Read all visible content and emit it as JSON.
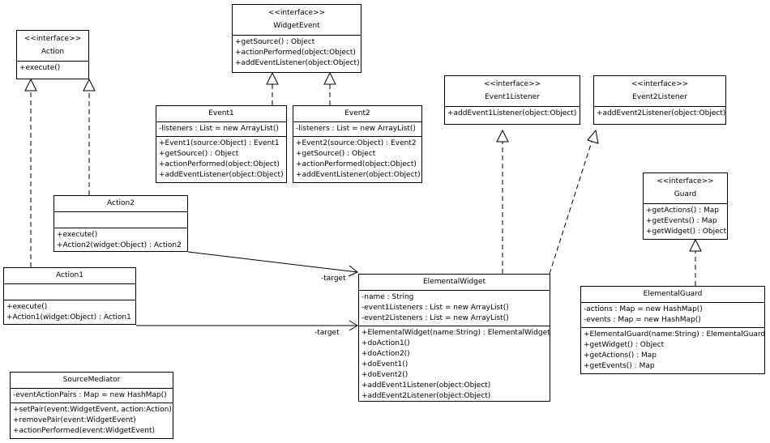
{
  "diagram": {
    "classes": {
      "widget_event": {
        "stereotype": "<<interface>>",
        "name": "WidgetEvent",
        "operations": [
          "+getSource() : Object",
          "+actionPerformed(object:Object)",
          "+addEventListener(object:Object)"
        ]
      },
      "action": {
        "stereotype": "<<interface>>",
        "name": "Action",
        "operations": [
          "+execute()"
        ]
      },
      "event1": {
        "name": "Event1",
        "attributes": [
          "-listeners : List = new ArrayList()"
        ],
        "operations": [
          "+Event1(source:Object) : Event1",
          "+getSource() : Object",
          "+actionPerformed(object:Object)",
          "+addEventListener(object:Object)"
        ]
      },
      "event2": {
        "name": "Event2",
        "attributes": [
          "-listeners : List = new ArrayList()"
        ],
        "operations": [
          "+Event2(source:Object) : Event2",
          "+getSource() : Object",
          "+actionPerformed(object:Object)",
          "+addEventListener(object:Object)"
        ]
      },
      "event1_listener": {
        "stereotype": "<<interface>>",
        "name": "Event1Listener",
        "operations": [
          "+addEvent1Listener(object:Object)"
        ]
      },
      "event2_listener": {
        "stereotype": "<<interface>>",
        "name": "Event2Listener",
        "operations": [
          "+addEvent2Listener(object:Object)"
        ]
      },
      "guard": {
        "stereotype": "<<interface>>",
        "name": "Guard",
        "operations": [
          "+getActions() : Map",
          "+getEvents() : Map",
          "+getWidget() : Object"
        ]
      },
      "action2": {
        "name": "Action2",
        "attributes": [],
        "operations": [
          "+execute()",
          "+Action2(widget:Object) : Action2"
        ]
      },
      "action1": {
        "name": "Action1",
        "attributes": [],
        "operations": [
          "+execute()",
          "+Action1(widget:Object) : Action1"
        ]
      },
      "elemental_widget": {
        "name": "ElementalWidget",
        "attributes": [
          "-name : String",
          "-event1Listeners : List = new ArrayList()",
          "-event2Listeners : List = new ArrayList()"
        ],
        "operations": [
          "+ElementalWidget(name:String) : ElementalWidget",
          "+doAction1()",
          "+doAction2()",
          "+doEvent1()",
          "+doEvent2()",
          "+addEvent1Listener(object:Object)",
          "+addEvent2Listener(object:Object)"
        ]
      },
      "elemental_guard": {
        "name": "ElementalGuard",
        "attributes": [
          "-actions : Map = new HashMap()",
          "-events : Map = new HashMap()"
        ],
        "operations": [
          "+ElementalGuard(name:String) : ElementalGuard",
          "+getWidget() : Object",
          "+getActions() : Map",
          "+getEvents() : Map"
        ]
      },
      "source_mediator": {
        "name": "SourceMediator",
        "attributes": [
          "-eventActionPairs : Map = new HashMap()"
        ],
        "operations": [
          "+setPair(event:WidgetEvent, action:Action)",
          "+removePair(event:WidgetEvent)",
          "+actionPerformed(event:WidgetEvent)"
        ]
      }
    },
    "role_labels": {
      "action2_target": "-target",
      "action1_target": "-target"
    }
  }
}
